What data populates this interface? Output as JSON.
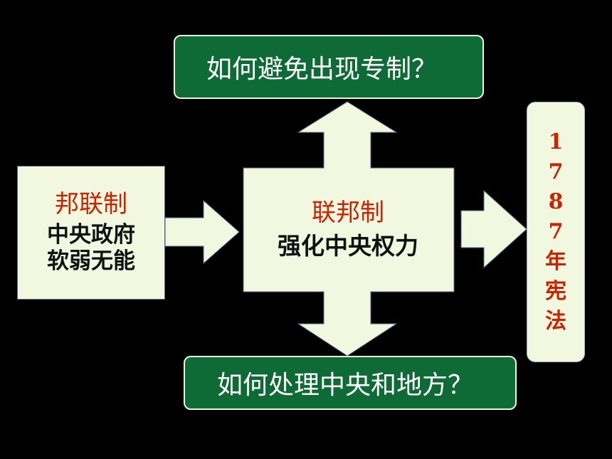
{
  "question_top": "如何避免出现专制？",
  "question_bottom": "如何处理中央和地方？",
  "left_box": {
    "title": "邦联制",
    "line1": "中央政府",
    "line2": "软弱无能"
  },
  "center_box": {
    "title": "联邦制",
    "subtitle": "强化中央权力"
  },
  "year_box": {
    "chars": [
      "1",
      "7",
      "8",
      "7",
      "年",
      "宪",
      "法"
    ]
  },
  "colors": {
    "background": "#000000",
    "light_fill": "#f2f8df",
    "green_box": "#0f6b36",
    "red_text": "#cc2200",
    "dark_text": "#111111"
  }
}
